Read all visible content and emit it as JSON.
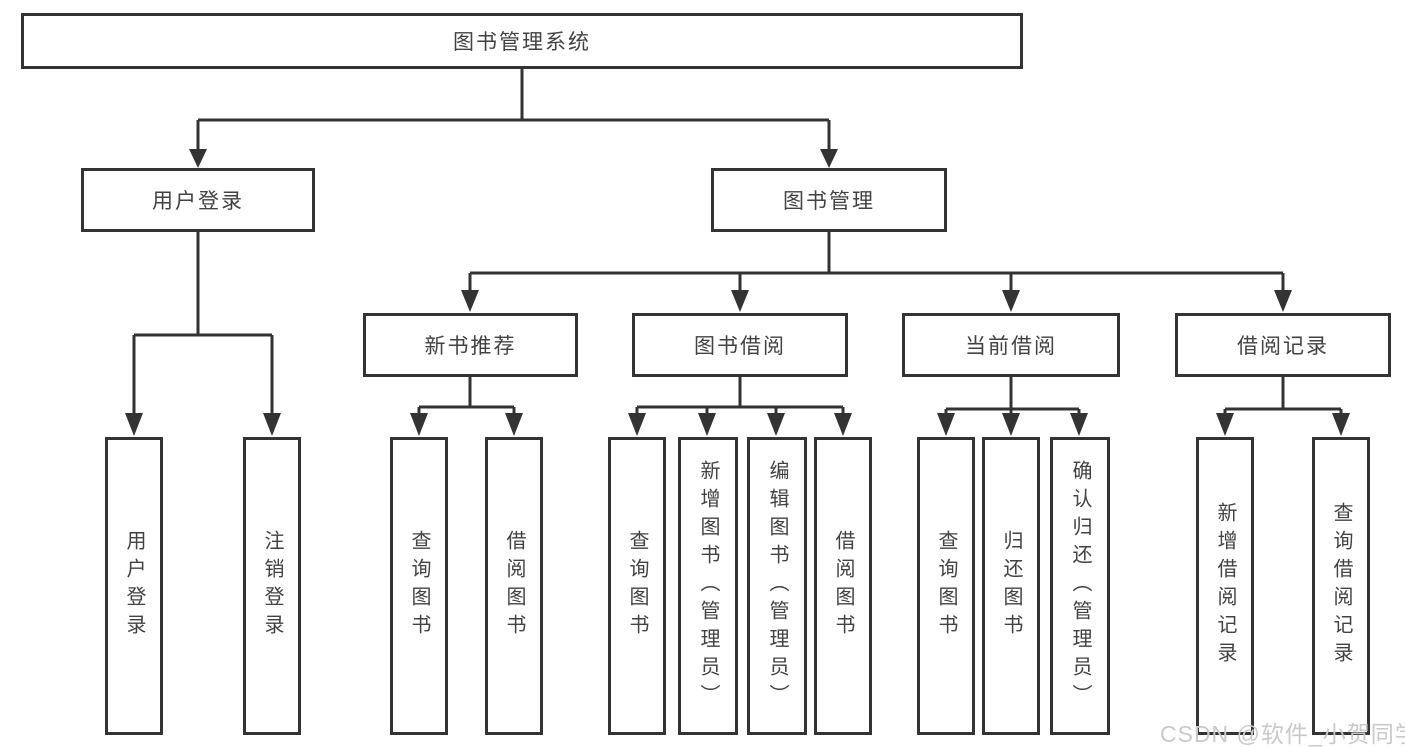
{
  "diagram": {
    "root": {
      "label": "图书管理系统",
      "children": [
        {
          "label": "用户登录",
          "children": [
            {
              "label": "用户登录"
            },
            {
              "label": "注销登录"
            }
          ]
        },
        {
          "label": "图书管理",
          "children": [
            {
              "label": "新书推荐",
              "children": [
                {
                  "label": "查询图书"
                },
                {
                  "label": "借阅图书"
                }
              ]
            },
            {
              "label": "图书借阅",
              "children": [
                {
                  "label": "查询图书"
                },
                {
                  "label": "新增图书（管理员）"
                },
                {
                  "label": "编辑图书（管理员）"
                },
                {
                  "label": "借阅图书"
                }
              ]
            },
            {
              "label": "当前借阅",
              "children": [
                {
                  "label": "查询图书"
                },
                {
                  "label": "归还图书"
                },
                {
                  "label": "确认归还（管理员）"
                }
              ]
            },
            {
              "label": "借阅记录",
              "children": [
                {
                  "label": "新增借阅记录"
                },
                {
                  "label": "查询借阅记录"
                }
              ]
            }
          ]
        }
      ]
    }
  },
  "watermark": {
    "text": "CSDN @软件_小贺同学"
  },
  "colors": {
    "line": "#333333",
    "box_border": "#333333",
    "text": "#424242",
    "background": "#ffffff",
    "watermark": "#c9c9c9"
  }
}
